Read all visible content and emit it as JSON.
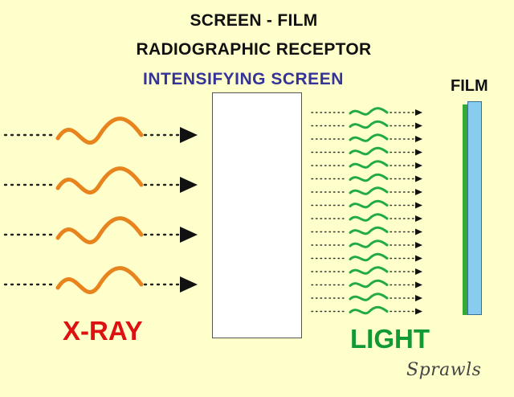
{
  "title": {
    "line1": "SCREEN - FILM",
    "line2": "RADIOGRAPHIC RECEPTOR"
  },
  "labels": {
    "intensifying_screen": "INTENSIFYING  SCREEN",
    "film": "FILM",
    "xray": "X-RAY",
    "light": "LIGHT"
  },
  "signature": "Sprawls",
  "colors": {
    "background": "#ffffcc",
    "xray_wave": "#e8841e",
    "light_wave": "#22aa44",
    "xray_label": "#dd1111",
    "light_label": "#119933",
    "screen_label": "#333399",
    "film_base": "#88ccf0",
    "film_emulsion": "#33aa33"
  },
  "diagram": {
    "xray_rays": 4,
    "light_rays": 16
  }
}
